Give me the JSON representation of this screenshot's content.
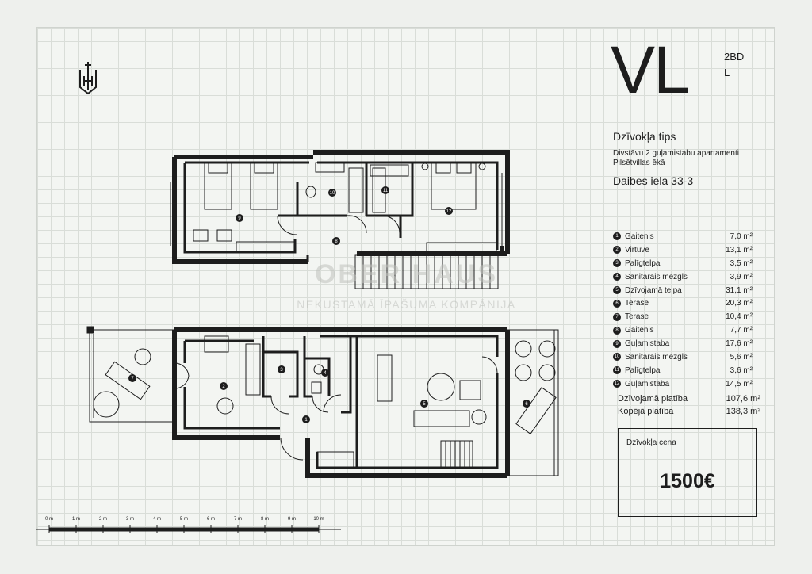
{
  "header": {
    "code": "VL",
    "bedrooms": "2BD",
    "size": "L"
  },
  "apartment": {
    "type_label": "Dzīvokļa tips",
    "description": [
      "Divstāvu 2 guļamistabu apartamenti",
      "Pilsētvillas ēkā"
    ],
    "address": "Daibes iela 33-3"
  },
  "rooms": [
    {
      "num": "1",
      "name": "Gaitenis",
      "area": "7,0 m²"
    },
    {
      "num": "2",
      "name": "Virtuve",
      "area": "13,1 m²"
    },
    {
      "num": "3",
      "name": "Palīgtelpa",
      "area": "3,5 m²"
    },
    {
      "num": "4",
      "name": "Sanitārais mezgls",
      "area": "3,9 m²"
    },
    {
      "num": "5",
      "name": "Dzīvojamā telpa",
      "area": "31,1 m²"
    },
    {
      "num": "6",
      "name": "Terase",
      "area": "20,3 m²"
    },
    {
      "num": "7",
      "name": "Terase",
      "area": "10,4 m²"
    },
    {
      "num": "8",
      "name": "Gaitenis",
      "area": "7,7 m²"
    },
    {
      "num": "9",
      "name": "Guļamistaba",
      "area": "17,6 m²"
    },
    {
      "num": "10",
      "name": "Sanitārais mezgls",
      "area": "5,6 m²"
    },
    {
      "num": "11",
      "name": "Palīgtelpa",
      "area": "3,6 m²"
    },
    {
      "num": "12",
      "name": "Guļamistaba",
      "area": "14,5 m²"
    }
  ],
  "totals": [
    {
      "label": "Dzīvojamā platība",
      "value": "107,6 m²"
    },
    {
      "label": "Kopējā platība",
      "value": "138,3 m²"
    }
  ],
  "price": {
    "label": "Dzīvokļa cena",
    "value": "1500€"
  },
  "watermark": {
    "name": "OBER HAUS",
    "subtitle": "NEKUSTAMĀ ĪPAŠUMA KOMPĀNIJA"
  },
  "scale_labels": [
    "0 m",
    "1 m",
    "2 m",
    "3 m",
    "4 m",
    "5 m",
    "6 m",
    "7 m",
    "8 m",
    "9 m",
    "10 m"
  ],
  "plan_labels": {
    "upper": [
      "8",
      "9",
      "10",
      "11",
      "12"
    ],
    "lower": [
      "1",
      "2",
      "3",
      "4",
      "5",
      "6",
      "7"
    ]
  },
  "colors": {
    "ink": "#1d1d1d",
    "background": "#f3f5f2",
    "grid": "#d9ddd8"
  }
}
